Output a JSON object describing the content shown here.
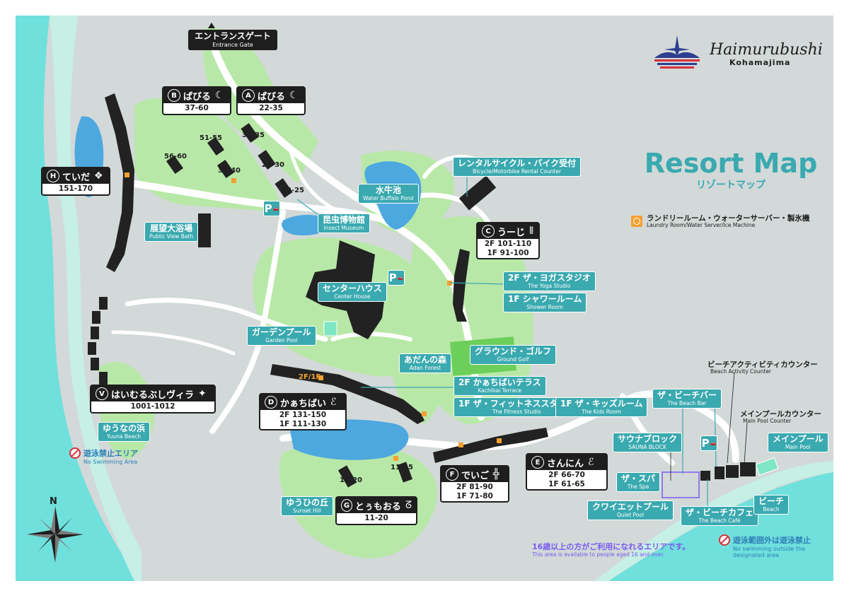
{
  "map": {
    "title_en": "Resort Map",
    "title_jp": "リゾートマップ",
    "colors": {
      "sea": "#6fe0dc",
      "land": "#d2d9d8",
      "green": "#b8e8a7",
      "road": "#ffffff",
      "water": "#4ea8e0",
      "teal_label": "#3aa9b0",
      "building": "#1e1e1e",
      "facility": "#f4a030",
      "ground_golf": "#6ccf5a",
      "adult_area": "#7a5af0"
    }
  },
  "logo": {
    "brand": "Haimurubushi",
    "sub": "Kohamajima",
    "icon": "island-star-logo-icon"
  },
  "legend": {
    "icon": "laundry-icon",
    "jp": "ランドリールーム・ウォーターサーバー・製氷機",
    "en": "Laundry Room/Water Server/Ice Machine"
  },
  "entrance": {
    "jp": "エントランスゲート",
    "en": "Entrance Gate"
  },
  "buildings": {
    "B": {
      "letter": "B",
      "name": "ぱびる",
      "symbol": "☾",
      "rooms": "37-60"
    },
    "A": {
      "letter": "A",
      "name": "ぱびる",
      "symbol": "☾",
      "rooms": "22-35"
    },
    "H": {
      "letter": "H",
      "name": "ていだ",
      "symbol": "❖",
      "rooms": "151-170"
    },
    "C": {
      "letter": "C",
      "name": "うーじ",
      "symbol": "⦀",
      "rooms": [
        "2F 101-110",
        "1F  91-100"
      ]
    },
    "D": {
      "letter": "D",
      "name": "かぁちばい",
      "symbol": "ℰ",
      "rooms": [
        "2F 131-150",
        "1F 111-130"
      ]
    },
    "V": {
      "letter": "V",
      "name": "はいむるぶしヴィラ",
      "symbol": "✦",
      "rooms": "1001-1012"
    },
    "F": {
      "letter": "F",
      "name": "でいご",
      "symbol": "╬",
      "rooms": [
        "2F 81-90",
        "1F 71-80"
      ]
    },
    "E": {
      "letter": "E",
      "name": "さんにん",
      "symbol": "ℰ",
      "rooms": [
        "2F 66-70",
        "1F 61-65"
      ]
    },
    "G": {
      "letter": "G",
      "name": "とぅもおる",
      "symbol": "ᘔ",
      "rooms": "11-20"
    }
  },
  "room_numbers": [
    "31-35",
    "51-55",
    "56-60",
    "26-30",
    "37-40",
    "22-25",
    "11-15",
    "16-20",
    "2F/1F"
  ],
  "facilities": {
    "public_bath": {
      "jp": "展望大浴場",
      "en": "Public View Bath"
    },
    "insect": {
      "jp": "昆虫博物館",
      "en": "Insect Museum"
    },
    "buffalo": {
      "jp": "水牛池",
      "en": "Water Buffalo Pond"
    },
    "rental": {
      "jp": "レンタルサイクル・バイク受付",
      "en": "Bicycle/Motorbike Rental Counter"
    },
    "center": {
      "jp": "センターハウス",
      "en": "Center House"
    },
    "yoga": {
      "jp": "2F ザ・ヨガスタジオ",
      "en": "The Yoga Studio"
    },
    "shower": {
      "jp": "1F シャワールーム",
      "en": "Shower Room"
    },
    "garden_pool": {
      "jp": "ガーデンプール",
      "en": "Garden Pool"
    },
    "ground_golf": {
      "jp": "グラウンド・ゴルフ",
      "en": "Ground Golf"
    },
    "adan": {
      "jp": "あだんの森",
      "en": "Adan Forest"
    },
    "kachibai": {
      "jp": "2F かぁちばいテラス",
      "en": "Kachibai Terrace"
    },
    "fitness": {
      "jp": "1F ザ・フィットネススタジオ",
      "en": "The Fitness Studio"
    },
    "kids": {
      "jp": "1F ザ・キッズルーム",
      "en": "The Kids Room"
    },
    "beach_bar": {
      "jp": "ザ・ビーチバー",
      "en": "The Beach Bar"
    },
    "sauna": {
      "jp": "サウナブロック",
      "en": "SAUNA BLOCK"
    },
    "spa": {
      "jp": "ザ・スパ",
      "en": "The Spa"
    },
    "quiet": {
      "jp": "クワイエットプール",
      "en": "Quiet Pool"
    },
    "beach_cafe": {
      "jp": "ザ・ビーチカフェ",
      "en": "The Beach Café"
    },
    "main_pool": {
      "jp": "メインプール",
      "en": "Main Pool"
    },
    "beach": {
      "jp": "ビーチ",
      "en": "Beach"
    },
    "yuuna": {
      "jp": "ゆうなの浜",
      "en": "Yuuna Beach"
    },
    "sunset": {
      "jp": "ゆうひの丘",
      "en": "Sunset Hill"
    }
  },
  "plain_labels": {
    "activity": {
      "jp": "ビーチアクティビティカウンター",
      "en": "Beach Activity Counter"
    },
    "main_counter": {
      "jp": "メインプールカウンター",
      "en": "Main Pool Counter"
    }
  },
  "warnings": {
    "no_swim_area": {
      "jp": "遊泳禁止エリア",
      "en": "No Swimming Area"
    },
    "no_swim_outside": {
      "jp": "遊泳範囲外は遊泳禁止",
      "en": "No swimming outside the designated area"
    },
    "age16": {
      "jp": "16歳以上の方がご利用になれるエリアです。",
      "en": "This area is available to people aged 16 and over."
    }
  },
  "parking": {
    "label": "P",
    "icon": "car-icon"
  },
  "compass": {
    "label": "N",
    "icon": "compass-rose-icon"
  }
}
